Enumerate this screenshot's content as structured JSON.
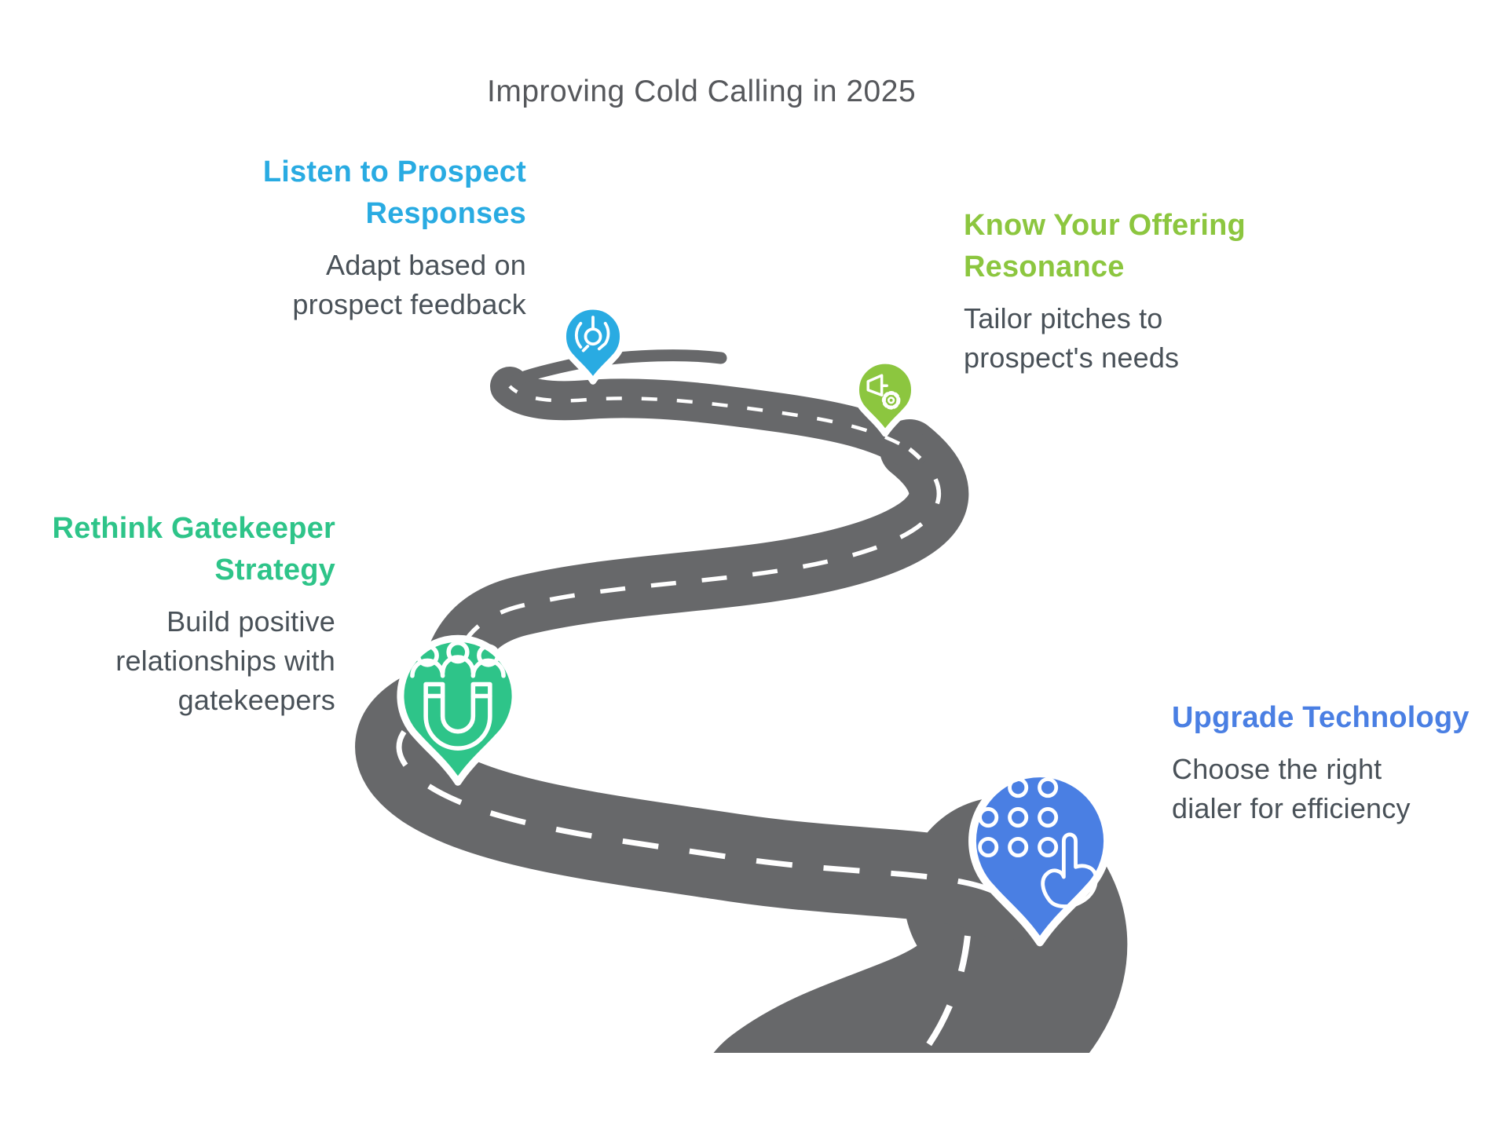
{
  "title": "Improving Cold Calling in 2025",
  "milestones": [
    {
      "id": "listen",
      "title": "Listen to Prospect\nResponses",
      "subtitle": "Adapt based on\nprospect feedback",
      "color": "#29abe2",
      "icon": "listening-responses-icon"
    },
    {
      "id": "resonance",
      "title": "Know Your Offering\nResonance",
      "subtitle": "Tailor pitches to\nprospect's needs",
      "color": "#8cc63f",
      "icon": "megaphone-gear-icon"
    },
    {
      "id": "gatekeeper",
      "title": "Rethink Gatekeeper\nStrategy",
      "subtitle": "Build positive\nrelationships with\ngatekeepers",
      "color": "#2ec489",
      "icon": "magnet-people-icon"
    },
    {
      "id": "technology",
      "title": "Upgrade Technology",
      "subtitle": "Choose the right\ndialer for efficiency",
      "color": "#4a7fe3",
      "icon": "dialpad-hand-icon"
    }
  ],
  "road": {
    "surface_color": "#67686a",
    "edge_color": "#ffffff",
    "lane_marking": "white-dashed"
  },
  "text_colors": {
    "title": "#56585c",
    "subtitle": "#495158"
  }
}
